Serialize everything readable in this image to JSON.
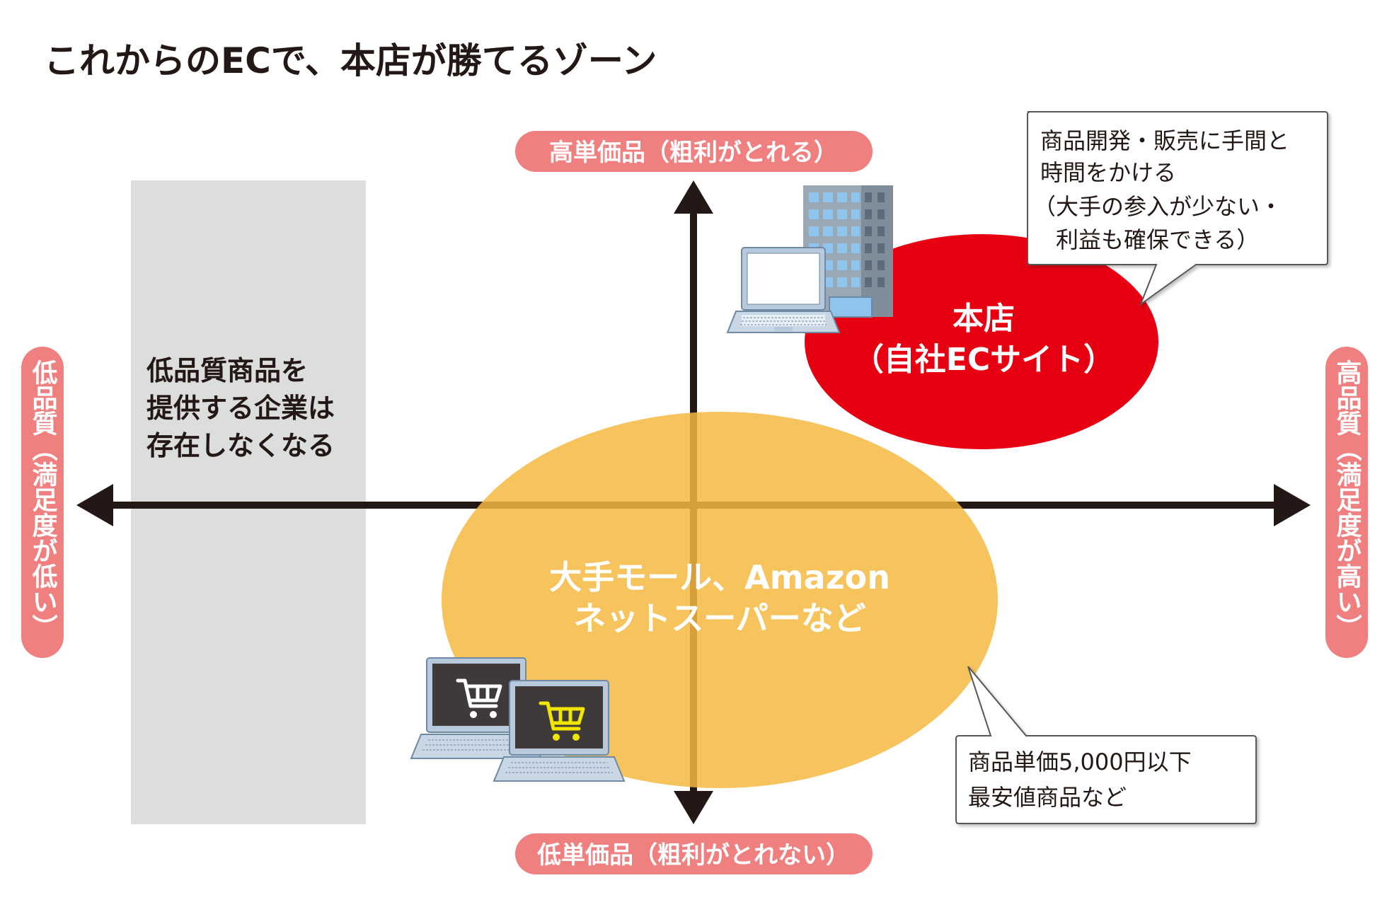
{
  "title": "これからのECで、本店が勝てるゾーン",
  "axes": {
    "top": "高単価品（粗利がとれる）",
    "bottom": "低単価品（粗利がとれない）",
    "left": "低品質（満足度が低い）",
    "right": "高品質（満足度が高い）"
  },
  "gray_zone": {
    "lines": [
      "低品質商品を",
      "提供する企業は",
      "存在しなくなる"
    ]
  },
  "honten": {
    "lines": [
      "本店",
      "（自社ECサイト）"
    ]
  },
  "mall": {
    "lines": [
      "大手モール、Amazon",
      "ネットスーパーなど"
    ]
  },
  "callout_top": {
    "lines": [
      "商品開発・販売に手間と",
      "時間をかける",
      "（大手の参入が少ない・",
      "　利益も確保できる）"
    ]
  },
  "callout_bottom": {
    "lines": [
      "商品単価5,000円以下",
      "最安値商品など"
    ]
  },
  "colors": {
    "label_pill": "#f08080",
    "honten_red": "#e60012",
    "mall_yellow": "#f5b940",
    "gray_zone": "#dcdddd",
    "axis": "#231815"
  },
  "icons": [
    "office-building-icon",
    "laptop-icon",
    "cart-laptop-icon"
  ]
}
